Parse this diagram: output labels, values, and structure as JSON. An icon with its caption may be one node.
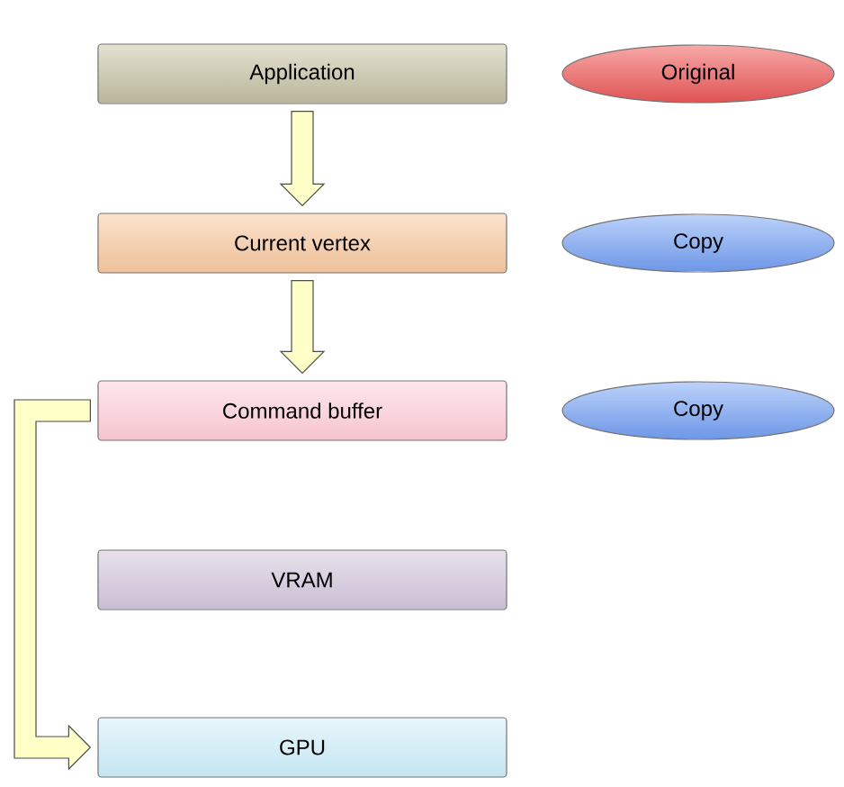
{
  "diagram": {
    "nodes": [
      {
        "text": [
          "Application"
        ]
      },
      {
        "text": [
          "Current vertex"
        ]
      },
      {
        "text": [
          "Command buffer"
        ]
      },
      {
        "text": [
          "VRAM"
        ]
      },
      {
        "text": [
          "GPU"
        ]
      },
      {
        "text": [
          "Original"
        ]
      },
      {
        "text": [
          "Copy"
        ]
      },
      {
        "text": [
          "Copy"
        ]
      }
    ],
    "edges": [
      {
        "from": 0,
        "to": 1,
        "arrow": "to"
      },
      {
        "from": 1,
        "to": 2,
        "arrow": "to"
      },
      {
        "from": 2,
        "to": 4,
        "arrow": "to"
      }
    ]
  }
}
